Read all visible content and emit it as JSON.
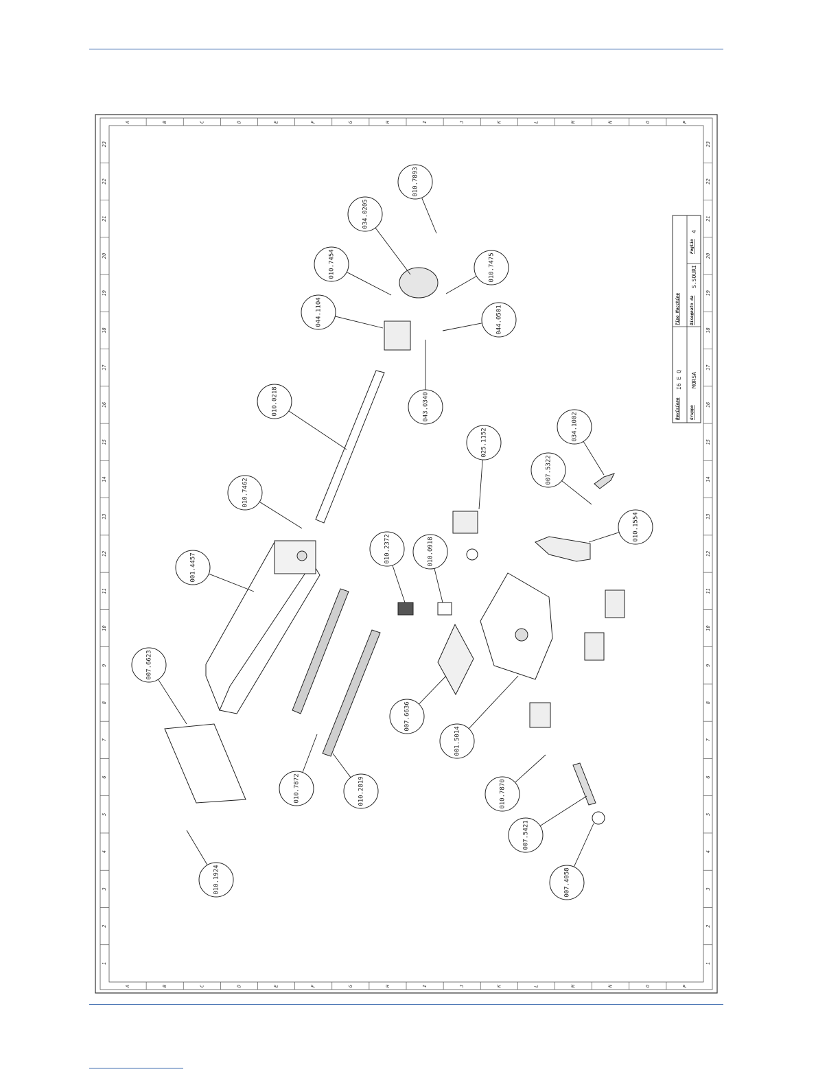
{
  "grid": {
    "letters": [
      "A",
      "B",
      "C",
      "D",
      "E",
      "F",
      "G",
      "H",
      "I",
      "J",
      "K",
      "L",
      "M",
      "N",
      "O",
      "P"
    ],
    "numbers": [
      "1",
      "2",
      "3",
      "4",
      "5",
      "6",
      "7",
      "8",
      "9",
      "10",
      "11",
      "12",
      "13",
      "14",
      "15",
      "16",
      "17",
      "18",
      "19",
      "20",
      "21",
      "22",
      "23"
    ]
  },
  "title_block": {
    "revision_label": "Revisione",
    "revision_value": "I6 E Q",
    "machine_type_label": "Tipo Macchine",
    "group_label": "Gruppo",
    "group_value": "MORSA",
    "drawn_by_label": "Disegnato da",
    "drawn_by_value": "S.SOURI",
    "sheet_label": "Foglio",
    "sheet_value": "4"
  },
  "callouts": [
    {
      "id": "010.7893"
    },
    {
      "id": "034.0205"
    },
    {
      "id": "010.7454"
    },
    {
      "id": "010.7475"
    },
    {
      "id": "044.1104"
    },
    {
      "id": "044.0501"
    },
    {
      "id": "010.0218"
    },
    {
      "id": "043.0340"
    },
    {
      "id": "025.1152"
    },
    {
      "id": "034.1002"
    },
    {
      "id": "007.5322"
    },
    {
      "id": "010.7462"
    },
    {
      "id": "010.1554"
    },
    {
      "id": "001.4457"
    },
    {
      "id": "010.2372"
    },
    {
      "id": "010.0918"
    },
    {
      "id": "007.6623"
    },
    {
      "id": "007.6636"
    },
    {
      "id": "001.5014"
    },
    {
      "id": "010.7870"
    },
    {
      "id": "010.7872"
    },
    {
      "id": "010.2819"
    },
    {
      "id": "007.5421"
    },
    {
      "id": "007.4058"
    },
    {
      "id": "010.1924"
    }
  ]
}
